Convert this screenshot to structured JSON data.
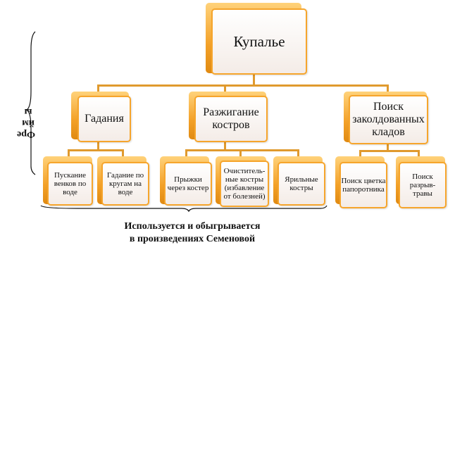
{
  "root": {
    "label": "Купалье"
  },
  "categories": [
    {
      "label": "Гадания",
      "children": [
        "Пускание венков по воде",
        "Гадание по кругам на воде"
      ]
    },
    {
      "label": "Разжигание костров",
      "children": [
        "Прыжки через костер",
        "Очиститель-ные костры (избавление от болезней)",
        "Ярильные костры"
      ]
    },
    {
      "label": "Поиск заколдованных кладов",
      "children": [
        "Поиск цветка папоротника",
        "Поиск разрыв-травы"
      ]
    }
  ],
  "caption": {
    "line1": "Используется и обыгрывается",
    "line2": "в произведениях Семеновой"
  },
  "side_label": {
    "line1": "Фре",
    "line2": "йм",
    "line3": "ы"
  },
  "colors": {
    "orange": "#f6a52c",
    "connector": "#e09a2e"
  }
}
